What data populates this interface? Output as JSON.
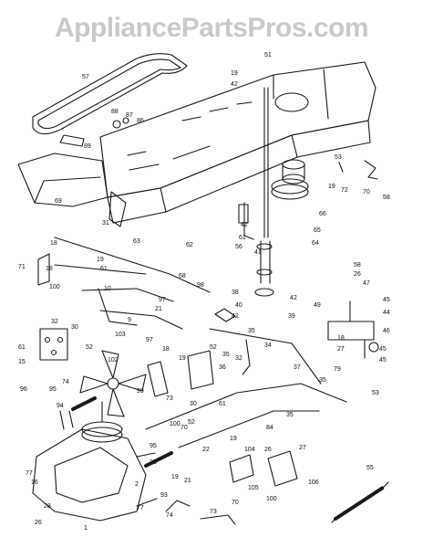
{
  "watermark": "AppliancePartsPros.com",
  "diagram": {
    "part_labels": [
      "57",
      "51",
      "19",
      "42",
      "88",
      "87",
      "86",
      "89",
      "53",
      "19",
      "72",
      "70",
      "58",
      "69",
      "31",
      "66",
      "42",
      "61",
      "65",
      "64",
      "56",
      "41",
      "18",
      "19",
      "71",
      "18",
      "63",
      "62",
      "61",
      "68",
      "98",
      "100",
      "10",
      "97",
      "21",
      "9",
      "42",
      "39",
      "38",
      "40",
      "42",
      "58",
      "26",
      "47",
      "49",
      "45",
      "44",
      "18",
      "46",
      "27",
      "45",
      "45",
      "61",
      "32",
      "30",
      "52",
      "15",
      "103",
      "97",
      "18",
      "19",
      "35",
      "52",
      "34",
      "36",
      "32",
      "30",
      "61",
      "37",
      "79",
      "35",
      "53",
      "102",
      "74",
      "99",
      "73",
      "95",
      "96",
      "70",
      "35",
      "52",
      "27",
      "26",
      "100",
      "20",
      "19",
      "21",
      "22",
      "19",
      "104",
      "84",
      "105",
      "106",
      "100",
      "35",
      "94",
      "95",
      "77",
      "93",
      "2",
      "77",
      "74",
      "73",
      "70",
      "16",
      "1",
      "26",
      "28",
      "55"
    ]
  }
}
